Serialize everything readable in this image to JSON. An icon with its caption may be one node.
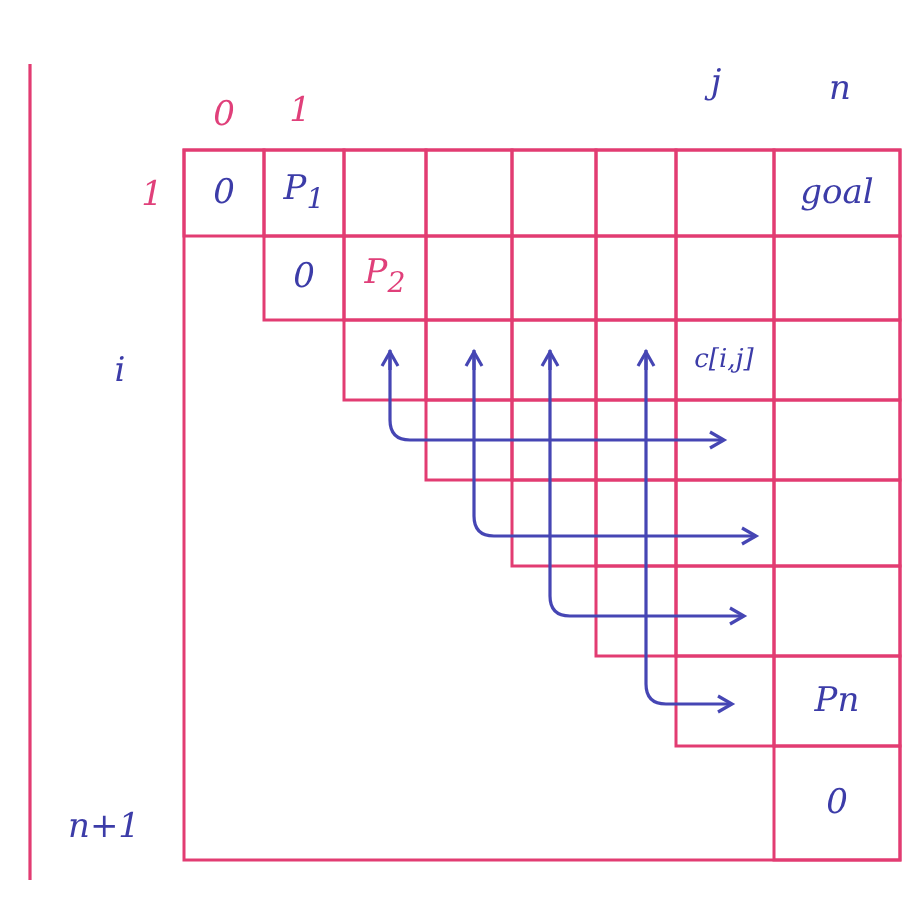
{
  "diagram": {
    "labels": [
      "j",
      "n",
      "0",
      "1",
      "1",
      "0",
      "P$_{1}$",
      "goal",
      "0",
      "P$_{2}$",
      "i",
      "c[i,j]",
      "Pn",
      "n+1",
      "0"
    ]
  }
}
